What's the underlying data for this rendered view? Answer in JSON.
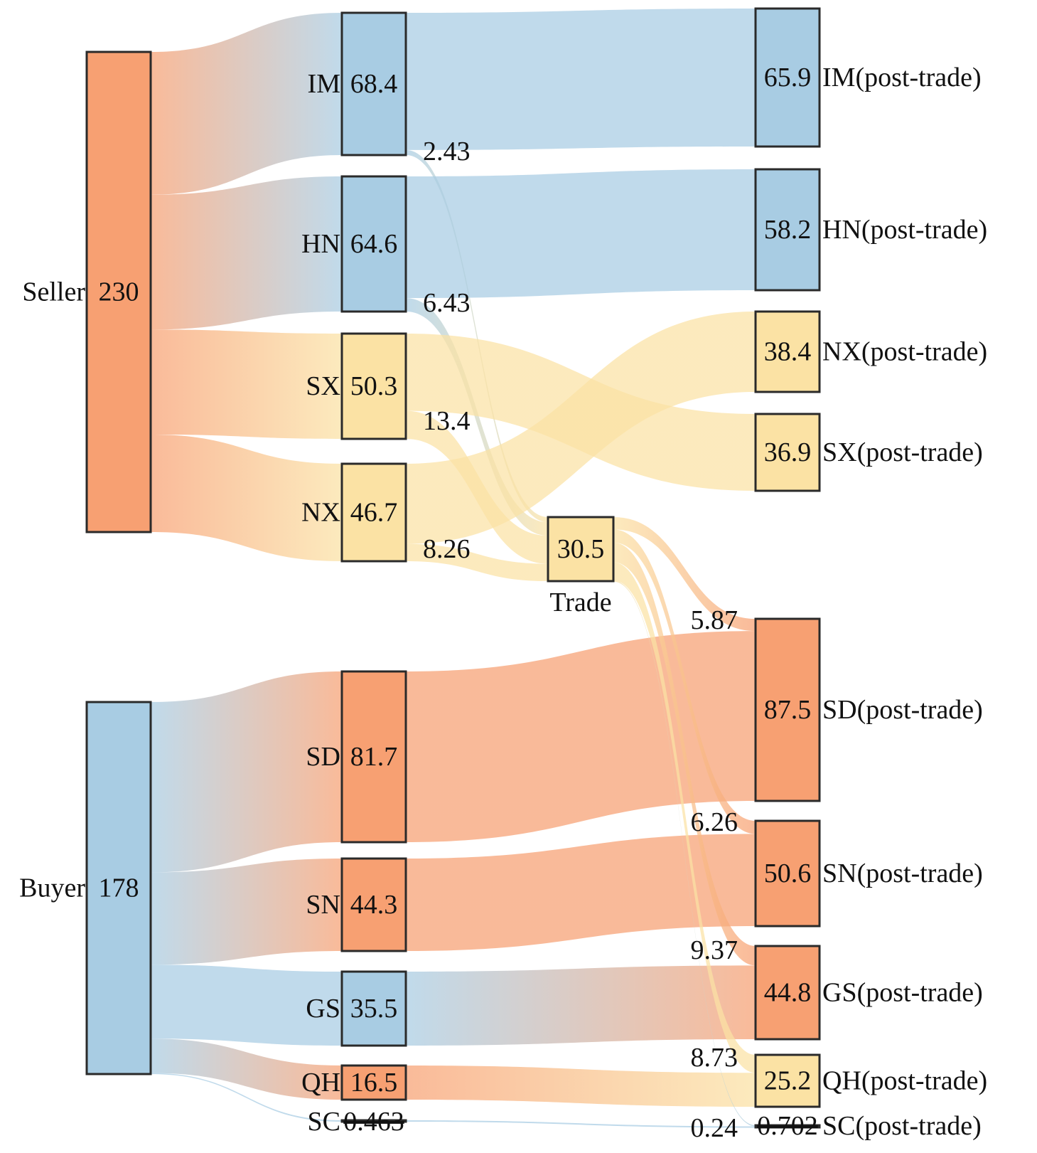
{
  "colors": {
    "seller_node": "#F7A072",
    "buyer_node": "#A8CCE3",
    "blue_region": "#A8CCE3",
    "yellow_region": "#FBE2A4",
    "orange_region": "#F7A072"
  },
  "nodes": [
    {
      "id": "seller",
      "label": "Seller",
      "value": "230",
      "color": "#F7A072"
    },
    {
      "id": "buyer",
      "label": "Buyer",
      "value": "178",
      "color": "#A8CCE3"
    },
    {
      "id": "im",
      "label": "IM",
      "value": "68.4",
      "color": "#A8CCE3"
    },
    {
      "id": "hn",
      "label": "HN",
      "value": "64.6",
      "color": "#A8CCE3"
    },
    {
      "id": "sx",
      "label": "SX",
      "value": "50.3",
      "color": "#FBE2A4"
    },
    {
      "id": "nx",
      "label": "NX",
      "value": "46.7",
      "color": "#FBE2A4"
    },
    {
      "id": "sd",
      "label": "SD",
      "value": "81.7",
      "color": "#F7A072"
    },
    {
      "id": "sn",
      "label": "SN",
      "value": "44.3",
      "color": "#F7A072"
    },
    {
      "id": "gs",
      "label": "GS",
      "value": "35.5",
      "color": "#A8CCE3"
    },
    {
      "id": "qh",
      "label": "QH",
      "value": "16.5",
      "color": "#F7A072"
    },
    {
      "id": "sc",
      "label": "SC",
      "value": "0.463",
      "color": "#A8CCE3"
    },
    {
      "id": "trade",
      "label": "Trade",
      "value": "30.5",
      "color": "#FBE2A4"
    },
    {
      "id": "im_post",
      "label": "IM(post-trade)",
      "value": "65.9",
      "color": "#A8CCE3"
    },
    {
      "id": "hn_post",
      "label": "HN(post-trade)",
      "value": "58.2",
      "color": "#A8CCE3"
    },
    {
      "id": "nx_post",
      "label": "NX(post-trade)",
      "value": "38.4",
      "color": "#FBE2A4"
    },
    {
      "id": "sx_post",
      "label": "SX(post-trade)",
      "value": "36.9",
      "color": "#FBE2A4"
    },
    {
      "id": "sd_post",
      "label": "SD(post-trade)",
      "value": "87.5",
      "color": "#F7A072"
    },
    {
      "id": "sn_post",
      "label": "SN(post-trade)",
      "value": "50.6",
      "color": "#F7A072"
    },
    {
      "id": "gs_post",
      "label": "GS(post-trade)",
      "value": "44.8",
      "color": "#F7A072"
    },
    {
      "id": "qh_post",
      "label": "QH(post-trade)",
      "value": "25.2",
      "color": "#FBE2A4"
    },
    {
      "id": "sc_post",
      "label": "SC(post-trade)",
      "value": "0.702",
      "color": "#A8CCE3"
    }
  ],
  "links": [
    {
      "source": "seller",
      "target": "im",
      "value": 68.4
    },
    {
      "source": "seller",
      "target": "hn",
      "value": 64.6
    },
    {
      "source": "seller",
      "target": "sx",
      "value": 50.3
    },
    {
      "source": "seller",
      "target": "nx",
      "value": 46.7
    },
    {
      "source": "buyer",
      "target": "sd",
      "value": 81.7
    },
    {
      "source": "buyer",
      "target": "sn",
      "value": 44.3
    },
    {
      "source": "buyer",
      "target": "gs",
      "value": 35.5
    },
    {
      "source": "buyer",
      "target": "qh",
      "value": 16.5
    },
    {
      "source": "buyer",
      "target": "sc",
      "value": 0.463
    },
    {
      "source": "im",
      "target": "im_post",
      "value": 65.9
    },
    {
      "source": "im",
      "target": "trade",
      "value": 2.43
    },
    {
      "source": "hn",
      "target": "hn_post",
      "value": 58.2
    },
    {
      "source": "hn",
      "target": "trade",
      "value": 6.43
    },
    {
      "source": "sx",
      "target": "sx_post",
      "value": 36.9
    },
    {
      "source": "sx",
      "target": "trade",
      "value": 13.4
    },
    {
      "source": "nx",
      "target": "nx_post",
      "value": 38.4
    },
    {
      "source": "nx",
      "target": "trade",
      "value": 8.26
    },
    {
      "source": "sd",
      "target": "sd_post",
      "value": 81.7
    },
    {
      "source": "sn",
      "target": "sn_post",
      "value": 44.3
    },
    {
      "source": "gs",
      "target": "gs_post",
      "value": 35.5
    },
    {
      "source": "qh",
      "target": "qh_post",
      "value": 16.5
    },
    {
      "source": "sc",
      "target": "sc_post",
      "value": 0.463
    },
    {
      "source": "trade",
      "target": "sd_post",
      "value": 5.87
    },
    {
      "source": "trade",
      "target": "sn_post",
      "value": 6.26
    },
    {
      "source": "trade",
      "target": "gs_post",
      "value": 9.37
    },
    {
      "source": "trade",
      "target": "qh_post",
      "value": 8.73
    },
    {
      "source": "trade",
      "target": "sc_post",
      "value": 0.24
    }
  ],
  "link_labels": [
    {
      "link": "im-trade",
      "text": "2.43"
    },
    {
      "link": "hn-trade",
      "text": "6.43"
    },
    {
      "link": "sx-trade",
      "text": "13.4"
    },
    {
      "link": "nx-trade",
      "text": "8.26"
    },
    {
      "link": "trade-sd_post",
      "text": "5.87"
    },
    {
      "link": "trade-sn_post",
      "text": "6.26"
    },
    {
      "link": "trade-gs_post",
      "text": "9.37"
    },
    {
      "link": "trade-qh_post",
      "text": "8.73"
    },
    {
      "link": "trade-sc_post",
      "text": "0.24"
    }
  ]
}
